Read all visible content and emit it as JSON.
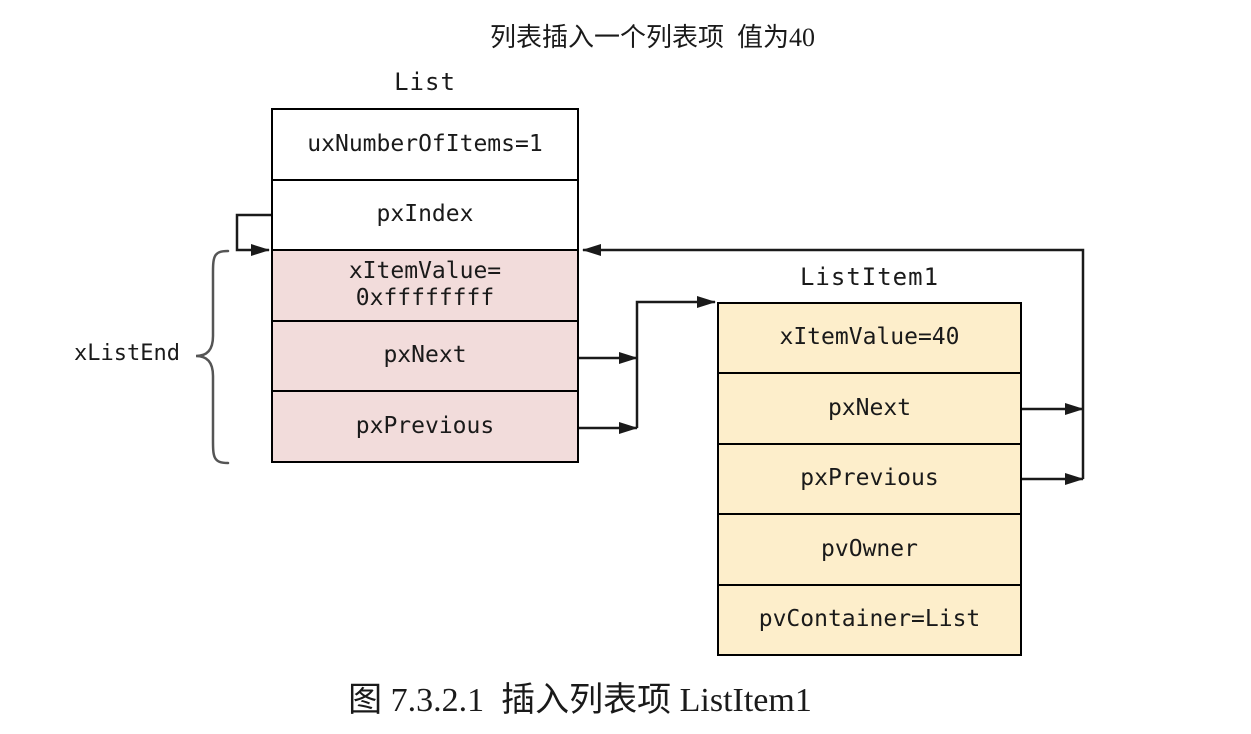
{
  "title": "列表插入一个列表项  值为40",
  "caption": "图 7.3.2.1  插入列表项 ListItem1",
  "list_box": {
    "title": "List",
    "group_label": "xListEnd",
    "rows": [
      {
        "text": "uxNumberOfItems=1",
        "highlight": false
      },
      {
        "text": "pxIndex",
        "highlight": false
      },
      {
        "text": "xItemValue=",
        "text2": "0xffffffff",
        "highlight": true
      },
      {
        "text": "pxNext",
        "highlight": true
      },
      {
        "text": "pxPrevious",
        "highlight": true
      }
    ]
  },
  "item_box": {
    "title": "ListItem1",
    "rows": [
      {
        "text": "xItemValue=40"
      },
      {
        "text": "pxNext"
      },
      {
        "text": "pxPrevious"
      },
      {
        "text": "pvOwner"
      },
      {
        "text": "pvContainer=List"
      }
    ]
  },
  "connectors": [
    {
      "name": "pxIndex-loop-arrow",
      "from": "List.pxIndex",
      "to": "List.xListEnd"
    },
    {
      "name": "list-pxNext-arrow",
      "from": "List.pxNext",
      "to": "ListItem1.head"
    },
    {
      "name": "list-pxPrevious-arrow",
      "from": "List.pxPrevious",
      "to": "ListItem1.head"
    },
    {
      "name": "listitem1-pxNext-arrow",
      "from": "ListItem1.pxNext",
      "to": "List.xListEnd"
    },
    {
      "name": "listitem1-pxPrevious-arrow",
      "from": "ListItem1.pxPrevious",
      "to": "List.xListEnd"
    }
  ],
  "colors": {
    "box_border": "#000000",
    "pink_fill": "#f2dcdb",
    "yellow_fill": "#fdeecb",
    "white_fill": "#ffffff",
    "line": "#1a1a1a",
    "brace": "#555555",
    "text": "#1a1a1a"
  }
}
